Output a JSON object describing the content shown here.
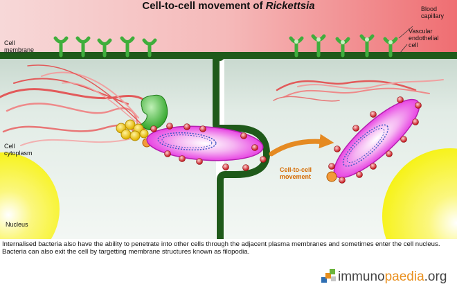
{
  "title": {
    "main": "Cell-to-cell movement of ",
    "italic": "Rickettsia"
  },
  "labels": {
    "blood_capillary": [
      "Blood",
      "capillary"
    ],
    "vascular_endothelial_cell": [
      "Vascular",
      "endothelial",
      "cell"
    ],
    "cell_membrane": [
      "Cell",
      "membrane"
    ],
    "cell_cytoplasm": [
      "Cell",
      "cytoplasm"
    ],
    "nucleus": "Nucleus",
    "cell_to_cell_movement": [
      "Cell-to-cell",
      "movement"
    ]
  },
  "caption": "Internalised bacteria also have the ability to penetrate into other cells through the adjacent plasma membranes and sometimes enter the cell nucleus. Bacteria can also exit the cell by targetting membrane structures known as filopodia.",
  "logo": {
    "prefix": "immuno",
    "accent": "paedia",
    "suffix": ".org"
  },
  "colors": {
    "capillary_red": "#ef6e72",
    "membrane_green": "#1f5a1a",
    "receptor_green": "#3fae3c",
    "cytoplasm": "#dfe9e3",
    "nucleus_yellow": "#f6f20f",
    "bacterium_magenta": "#e52ee0",
    "arrow_orange": "#e58a22",
    "movement_label": "#d66a00"
  }
}
